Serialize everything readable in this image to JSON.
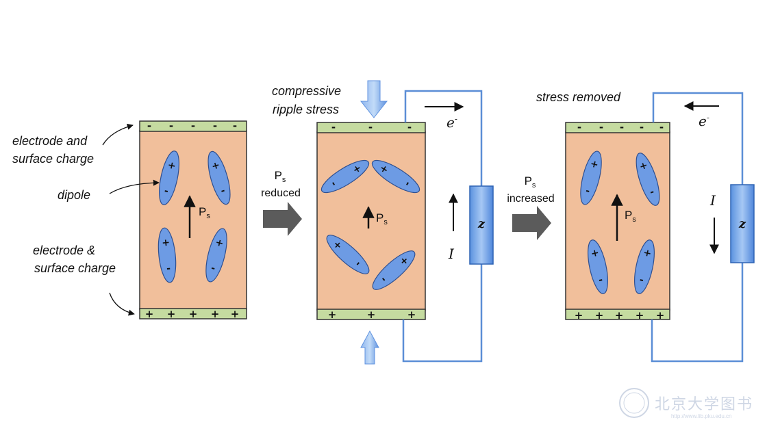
{
  "labels": {
    "electrode_top": "electrode and",
    "electrode_top2": "surface charge",
    "dipole": "dipole",
    "electrode_bottom": "electrode &",
    "electrode_bottom2": "surface charge",
    "stress_line1": "compressive",
    "stress_line2": "ripple stress",
    "stress_removed": "stress removed"
  },
  "transitions": {
    "t1_symbol": "P",
    "t1_sub": "s",
    "t1_text": "reduced",
    "t2_symbol": "P",
    "t2_sub": "s",
    "t2_text": "increased"
  },
  "polarization": {
    "symbol": "P",
    "sub": "s"
  },
  "signs": {
    "minus": "-",
    "plus": "+"
  },
  "circuit": {
    "electron_symbol": "e",
    "electron_sup": "-",
    "current_symbol": "I",
    "load_symbol": "z"
  },
  "watermark": {
    "text": "北京大学图书",
    "url": "http://www.lib.pku.edu.cn"
  },
  "colors": {
    "electrode": "#c5dba0",
    "body": "#f1bf9b",
    "dipole": "#6d9be4",
    "wire": "#5b8ed6",
    "arrow_gray": "#5b5b5b",
    "stress_arrow": "#6fa1e6"
  }
}
